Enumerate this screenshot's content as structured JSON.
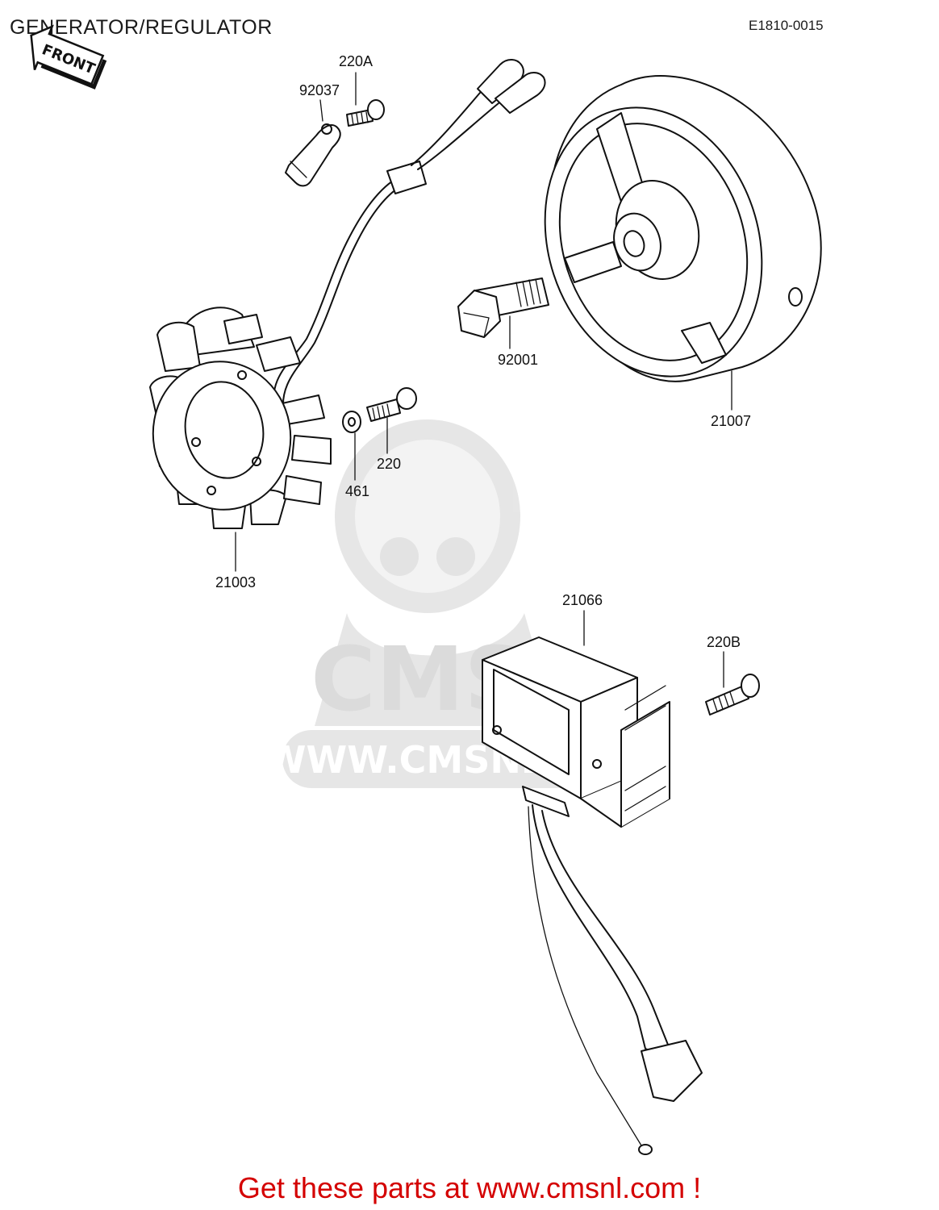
{
  "header": {
    "title": "GENERATOR/REGULATOR",
    "diagram_code": "E1810-0015"
  },
  "front_badge": {
    "label": "FRONT"
  },
  "parts": [
    {
      "part_number": "220A"
    },
    {
      "part_number": "92037"
    },
    {
      "part_number": "92001"
    },
    {
      "part_number": "21007"
    },
    {
      "part_number": "220"
    },
    {
      "part_number": "461"
    },
    {
      "part_number": "21003"
    },
    {
      "part_number": "21066"
    },
    {
      "part_number": "220B"
    }
  ],
  "watermark": {
    "text": "WWW.CMSNL.COM",
    "logo_text": "CMS"
  },
  "footer": {
    "cta": "Get these parts at www.cmsnl.com !"
  }
}
